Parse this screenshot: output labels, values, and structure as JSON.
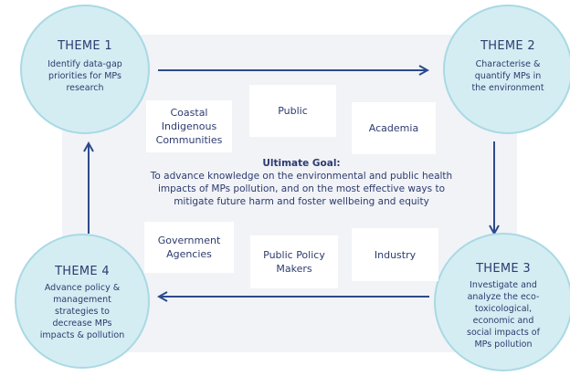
{
  "themes": [
    {
      "title": "THEME 1",
      "desc": "Identify data-gap priorities for MPs research"
    },
    {
      "title": "THEME 2",
      "desc": "Characterise & quantify MPs in the environment"
    },
    {
      "title": "THEME 3",
      "desc": "Investigate and analyze the eco-toxicological, economic and social impacts of MPs pollution"
    },
    {
      "title": "THEME 4",
      "desc": "Advance policy & management strategies to decrease MPs impacts & pollution"
    }
  ],
  "stakeholders": [
    "Coastal Indigenous Communities",
    "Public",
    "Academia",
    "Government Agencies",
    "Public Policy Makers",
    "Industry"
  ],
  "goal": {
    "title": "Ultimate Goal:",
    "text": "To advance knowledge on the environmental and public health impacts of MPs pollution, and on the most effective ways to mitigate future harm and foster wellbeing and equity"
  },
  "colors": {
    "circle_fill": "#d4edf3",
    "circle_stroke": "#a9d9e4",
    "arrow": "#2d4a8a",
    "text": "#2d3b6e",
    "panel": "#f1f3f7"
  }
}
